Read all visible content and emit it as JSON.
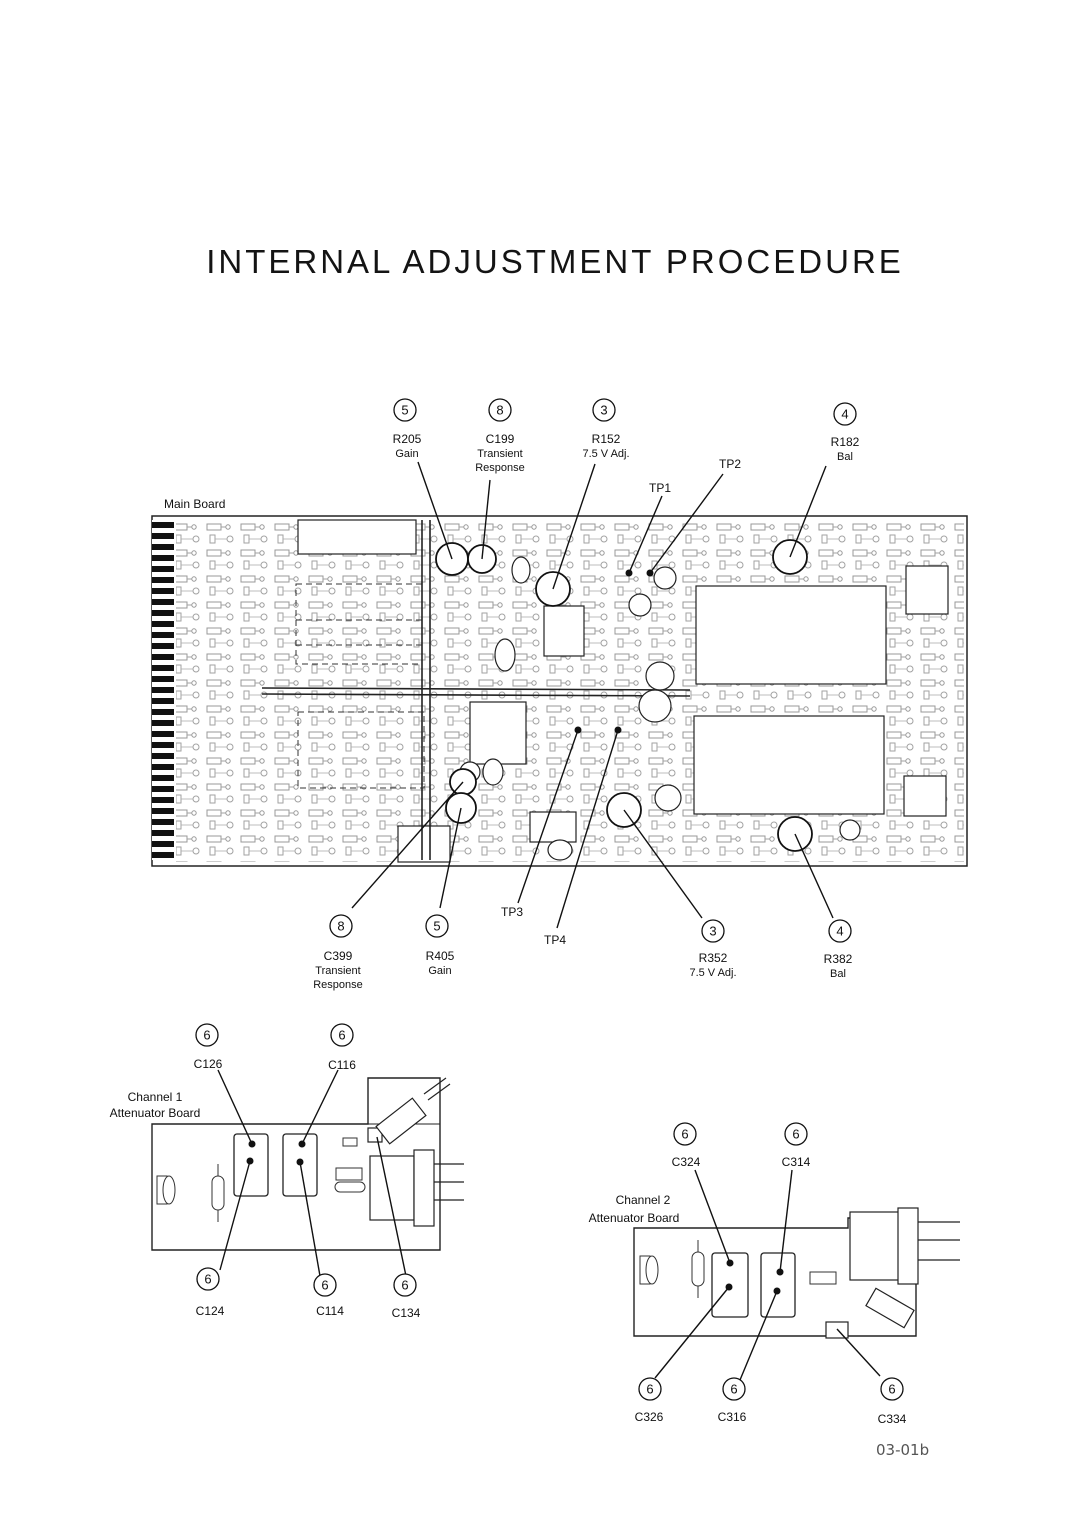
{
  "page_title": "INTERNAL ADJUSTMENT PROCEDURE",
  "page_code": "03-01b",
  "main_board": {
    "name": "Main Board",
    "top_callouts": [
      {
        "step": "5",
        "ref": "R205",
        "desc": [
          "Gain"
        ]
      },
      {
        "step": "8",
        "ref": "C199",
        "desc": [
          "Transient",
          "Response"
        ]
      },
      {
        "step": "3",
        "ref": "R152",
        "desc": [
          "7.5 V Adj."
        ]
      },
      {
        "step": "4",
        "ref": "R182",
        "desc": [
          "Bal"
        ]
      }
    ],
    "bottom_callouts": [
      {
        "step": "8",
        "ref": "C399",
        "desc": [
          "Transient",
          "Response"
        ]
      },
      {
        "step": "5",
        "ref": "R405",
        "desc": [
          "Gain"
        ]
      },
      {
        "step": "3",
        "ref": "R352",
        "desc": [
          "7.5 V Adj."
        ]
      },
      {
        "step": "4",
        "ref": "R382",
        "desc": [
          "Bal"
        ]
      }
    ],
    "test_points": [
      "TP1",
      "TP2",
      "TP3",
      "TP4"
    ]
  },
  "channel1": {
    "name": [
      "Channel 1",
      "Attenuator Board"
    ],
    "callouts": [
      {
        "step": "6",
        "ref": "C126"
      },
      {
        "step": "6",
        "ref": "C116"
      },
      {
        "step": "6",
        "ref": "C124"
      },
      {
        "step": "6",
        "ref": "C114"
      },
      {
        "step": "6",
        "ref": "C134"
      }
    ]
  },
  "channel2": {
    "name": [
      "Channel 2",
      "Attenuator Board"
    ],
    "callouts": [
      {
        "step": "6",
        "ref": "C324"
      },
      {
        "step": "6",
        "ref": "C314"
      },
      {
        "step": "6",
        "ref": "C326"
      },
      {
        "step": "6",
        "ref": "C316"
      },
      {
        "step": "6",
        "ref": "C334"
      }
    ]
  }
}
